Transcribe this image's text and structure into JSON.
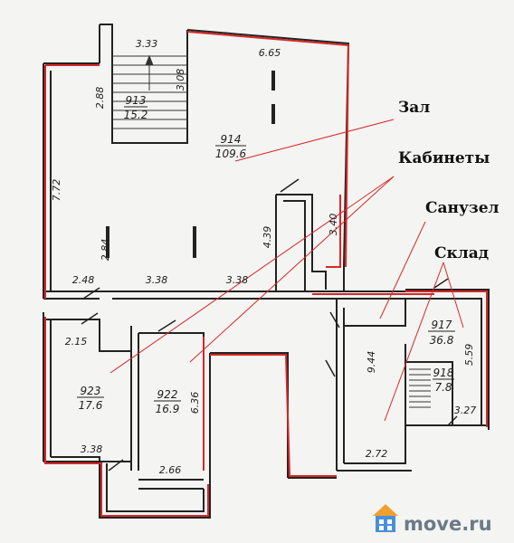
{
  "annotations": {
    "zal": "Зал",
    "kabinety": "Кабинеты",
    "sanuzel": "Санузел",
    "sklad": "Склад"
  },
  "rooms": {
    "r913_num": "913",
    "r913_area": "15.2",
    "r914_num": "914",
    "r914_area": "109.6",
    "r917_num": "917",
    "r917_area": "36.8",
    "r918_num": "918",
    "r918_area": "7.8",
    "r922_num": "922",
    "r922_area": "16.9",
    "r923_num": "923",
    "r923_area": "17.6"
  },
  "dimensions": {
    "d333": "3.33",
    "d665": "6.65",
    "d308": "3.08",
    "d288": "2.88",
    "d772": "7.72",
    "d284": "2.84",
    "d439": "4.39",
    "d340": "3.40",
    "d248": "2.48",
    "d338a": "3.38",
    "d338b": "3.38",
    "d215": "2.15",
    "d636": "6.36",
    "d944": "9.44",
    "d559": "5.59",
    "d327": "3.27",
    "d338c": "3.38",
    "d266": "2.66",
    "d272": "2.72"
  },
  "watermark": {
    "text": "move.ru",
    "icon": "house-icon",
    "color_icon_blue": "#4a90d9",
    "color_icon_orange": "#f0a030"
  },
  "colors": {
    "wall": "#222222",
    "highlight": "#d62828",
    "leader": "#d62828"
  }
}
